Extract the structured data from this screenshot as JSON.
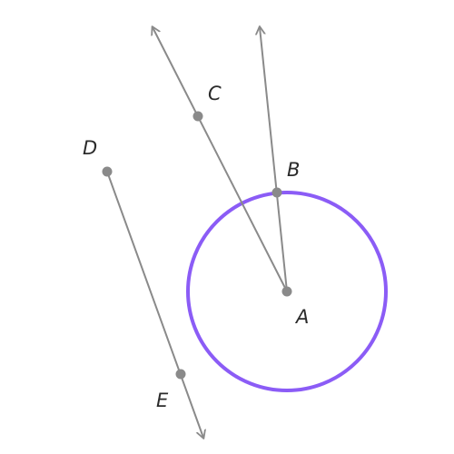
{
  "colors": {
    "stroke": "#8a8a8a",
    "circle": "#8b5cf6",
    "label": "#2b2b2b",
    "background": "#ffffff"
  },
  "points": {
    "A": "A",
    "B": "B",
    "C": "C",
    "D": "D",
    "E": "E"
  }
}
